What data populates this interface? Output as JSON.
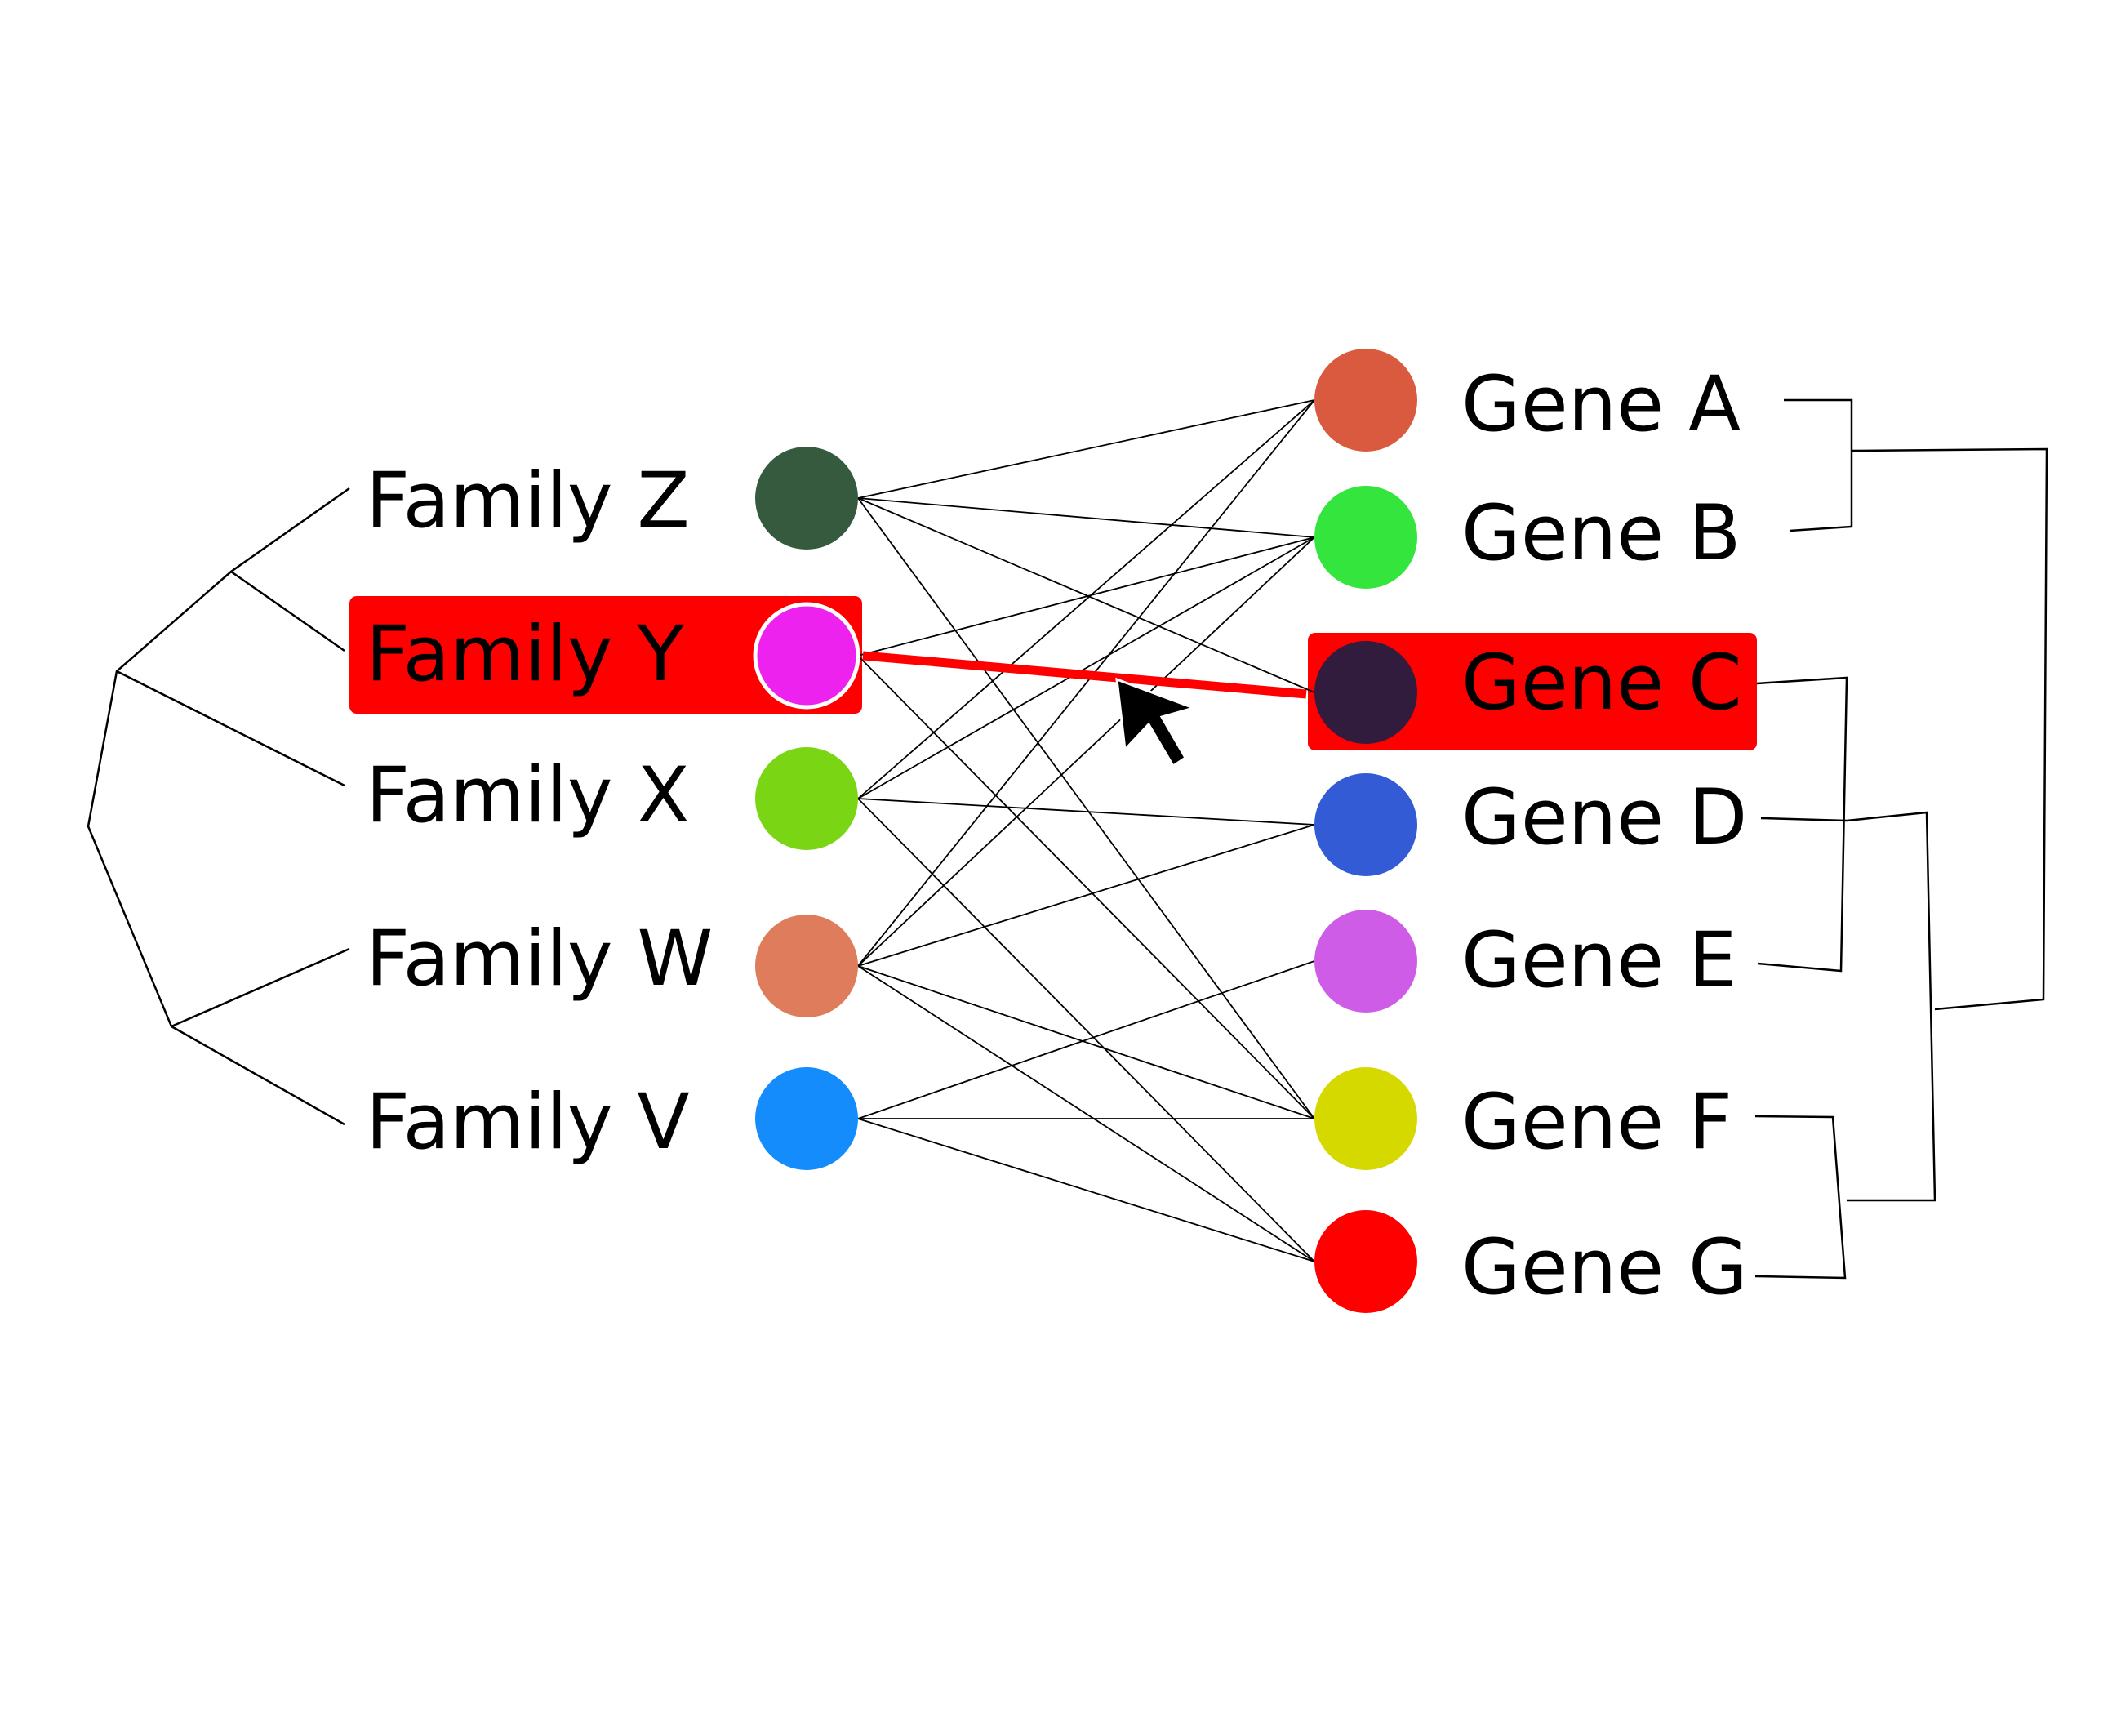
{
  "families": [
    {
      "id": "Z",
      "label": "Family Z",
      "color": "#365a3d",
      "highlighted": false
    },
    {
      "id": "Y",
      "label": "Family Y",
      "color": "#ee22ee",
      "highlighted": true
    },
    {
      "id": "X",
      "label": "Family X",
      "color": "#7ad614",
      "highlighted": false
    },
    {
      "id": "W",
      "label": "Family W",
      "color": "#df7c5b",
      "highlighted": false
    },
    {
      "id": "V",
      "label": "Family V",
      "color": "#148cfc",
      "highlighted": false
    }
  ],
  "genes": [
    {
      "id": "A",
      "label": "Gene A",
      "color": "#d95a3e",
      "highlighted": false
    },
    {
      "id": "B",
      "label": "Gene B",
      "color": "#33e53d",
      "highlighted": false
    },
    {
      "id": "C",
      "label": "Gene C",
      "color": "#321c3d",
      "highlighted": true
    },
    {
      "id": "D",
      "label": "Gene D",
      "color": "#335bd6",
      "highlighted": false
    },
    {
      "id": "E",
      "label": "Gene E",
      "color": "#cf5ce6",
      "highlighted": false
    },
    {
      "id": "F",
      "label": "Gene F",
      "color": "#d6d900",
      "highlighted": false
    },
    {
      "id": "G",
      "label": "Gene G",
      "color": "#ff0000",
      "highlighted": false
    }
  ],
  "edges": [
    [
      "Z",
      "A"
    ],
    [
      "Z",
      "B"
    ],
    [
      "Z",
      "C"
    ],
    [
      "Z",
      "F"
    ],
    [
      "Y",
      "B"
    ],
    [
      "Y",
      "F"
    ],
    [
      "X",
      "A"
    ],
    [
      "X",
      "B"
    ],
    [
      "X",
      "D"
    ],
    [
      "X",
      "G"
    ],
    [
      "W",
      "A"
    ],
    [
      "W",
      "B"
    ],
    [
      "W",
      "D"
    ],
    [
      "W",
      "F"
    ],
    [
      "W",
      "G"
    ],
    [
      "V",
      "E"
    ],
    [
      "V",
      "F"
    ],
    [
      "V",
      "G"
    ]
  ],
  "highlighted_edge": [
    "Y",
    "C"
  ],
  "highlight_color": "#ff0000",
  "cursor_icon": "mouse-pointer-icon"
}
